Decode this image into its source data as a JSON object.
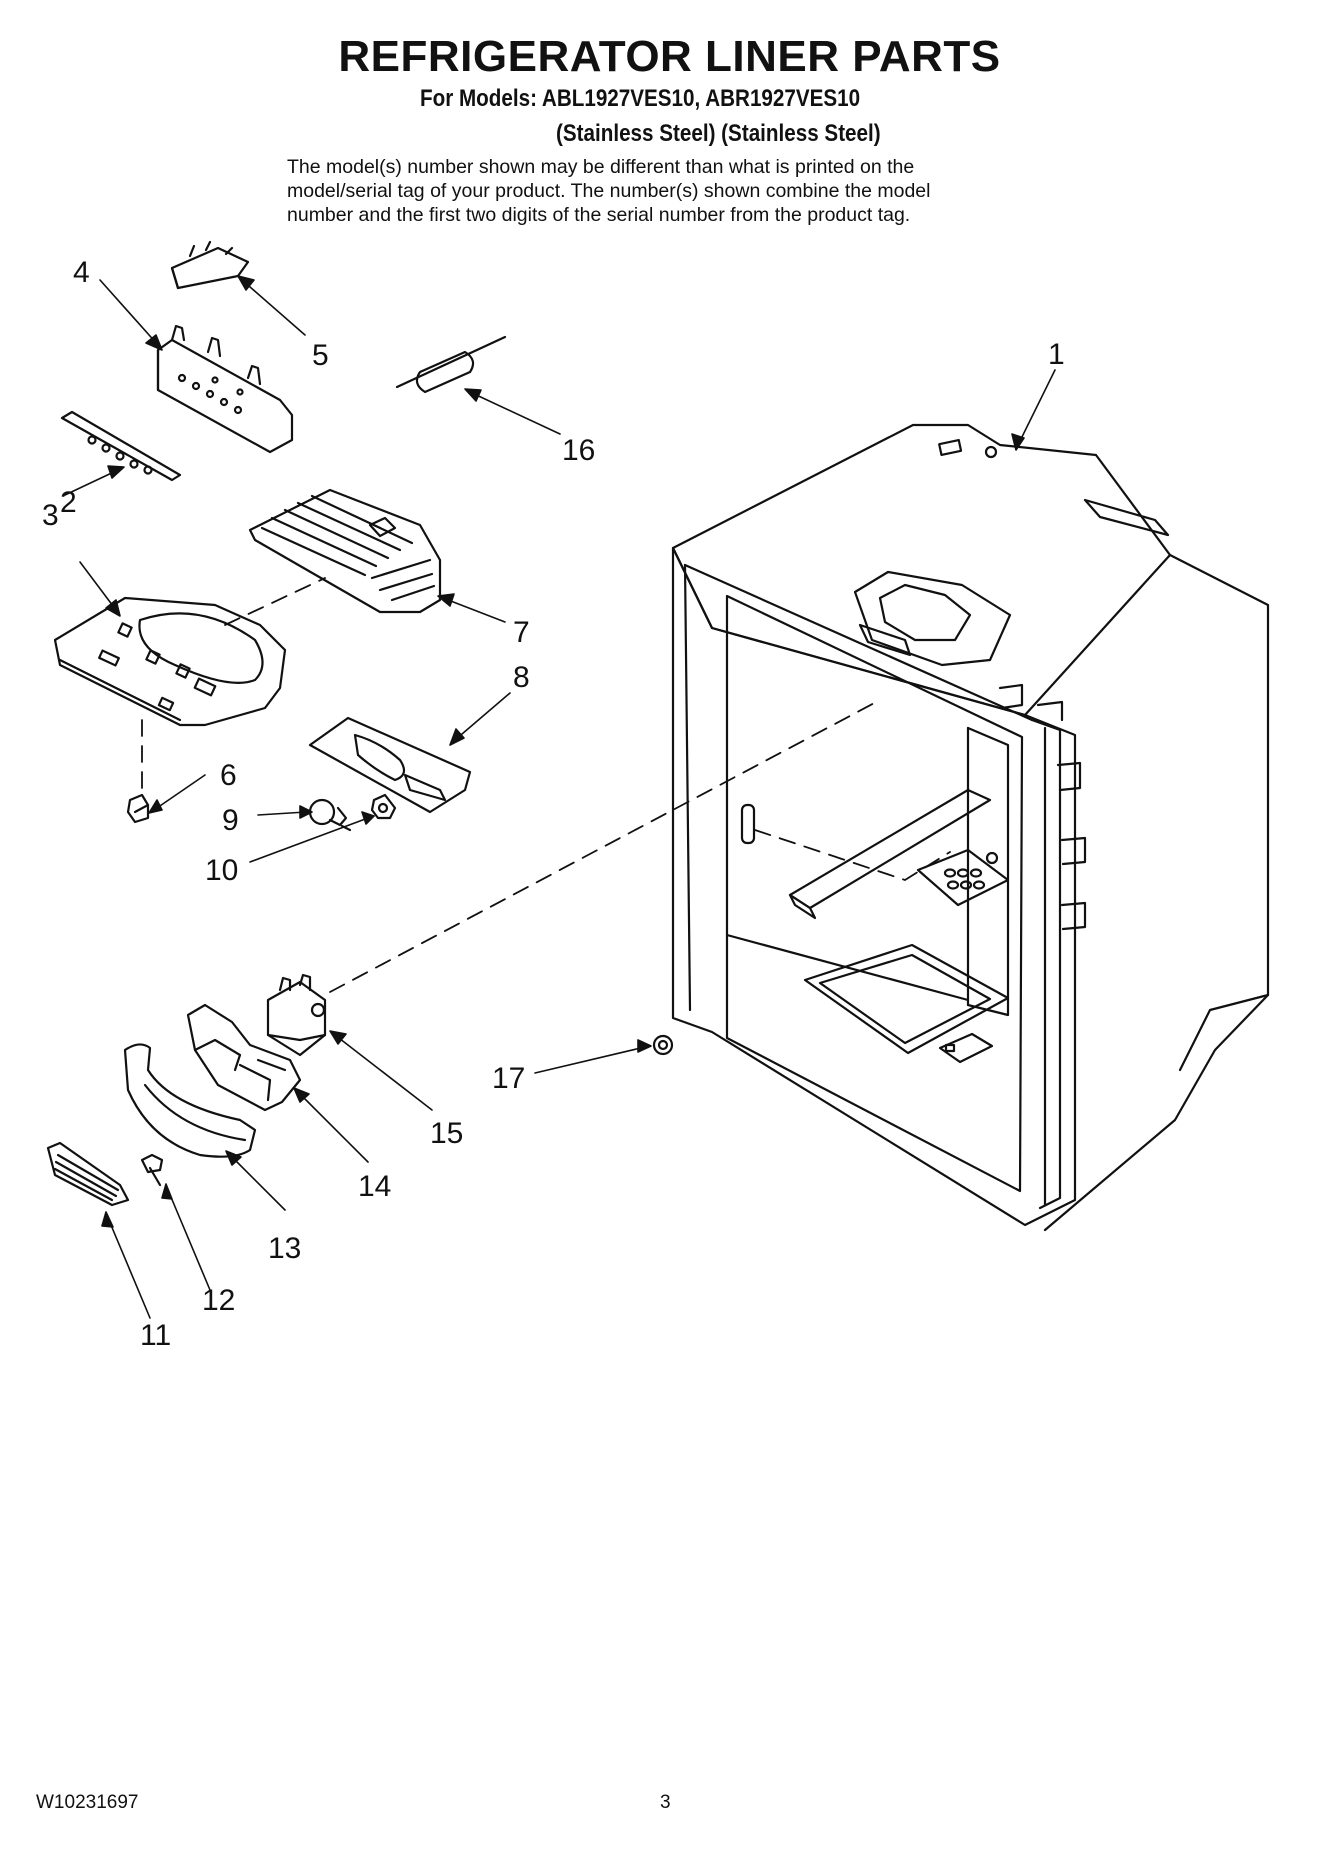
{
  "header": {
    "title": "REFRIGERATOR LINER PARTS",
    "models_line": "For Models: ABL1927VES10, ABR1927VES10",
    "finish_line": "(Stainless Steel) (Stainless Steel)",
    "disclaimer": [
      "The model(s) number shown may be different than what is printed on the",
      "model/serial tag of your product. The number(s) shown combine the model",
      "number and the first two digits of the serial number from the product tag."
    ]
  },
  "callouts": {
    "p1": "1",
    "p2": "2",
    "p3": "3",
    "p4": "4",
    "p5": "5",
    "p6": "6",
    "p7": "7",
    "p8": "8",
    "p9": "9",
    "p10": "10",
    "p11": "11",
    "p12": "12",
    "p13": "13",
    "p14": "14",
    "p15": "15",
    "p16": "16",
    "p17": "17"
  },
  "footer": {
    "doc_number": "W10231697",
    "page_number": "3"
  }
}
